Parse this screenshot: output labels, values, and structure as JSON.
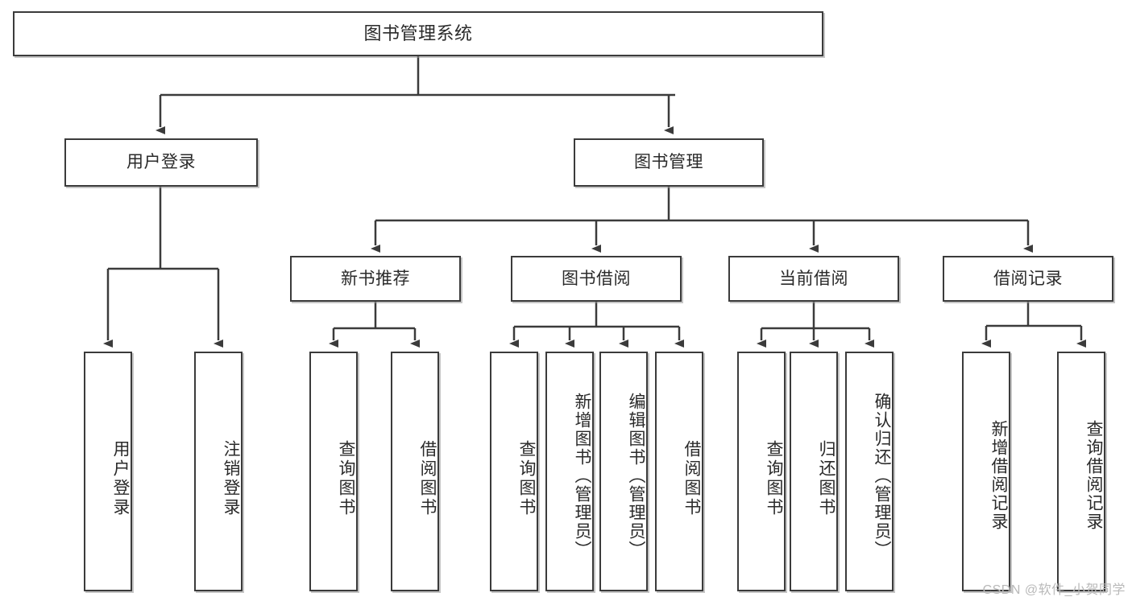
{
  "diagram": {
    "title": "图书管理系统",
    "type": "tree",
    "root": {
      "id": "root",
      "label": "图书管理系统"
    },
    "level1": [
      {
        "id": "user-login",
        "label": "用户登录"
      },
      {
        "id": "book-manage",
        "label": "图书管理"
      }
    ],
    "level2": [
      {
        "id": "new-book-rec",
        "label": "新书推荐",
        "parent": "book-manage"
      },
      {
        "id": "book-borrow",
        "label": "图书借阅",
        "parent": "book-manage"
      },
      {
        "id": "current-borrow",
        "label": "当前借阅",
        "parent": "book-manage"
      },
      {
        "id": "borrow-record",
        "label": "借阅记录",
        "parent": "book-manage"
      }
    ],
    "leaves": {
      "user_login": [
        {
          "id": "leaf-user-login",
          "label": "用户登录"
        },
        {
          "id": "leaf-user-logout",
          "label": "注销登录"
        }
      ],
      "new_book_rec": [
        {
          "id": "leaf-query-book-1",
          "label": "查询图书"
        },
        {
          "id": "leaf-borrow-book-1",
          "label": "借阅图书"
        }
      ],
      "book_borrow": [
        {
          "id": "leaf-query-book-2",
          "label": "查询图书"
        },
        {
          "id": "leaf-add-book",
          "label": "新增图书（管理员）"
        },
        {
          "id": "leaf-edit-book",
          "label": "编辑图书（管理员）"
        },
        {
          "id": "leaf-borrow-book-2",
          "label": "借阅图书"
        }
      ],
      "current_borrow": [
        {
          "id": "leaf-query-book-3",
          "label": "查询图书"
        },
        {
          "id": "leaf-return-book",
          "label": "归还图书"
        },
        {
          "id": "leaf-confirm-return",
          "label": "确认归还（管理员）"
        }
      ],
      "borrow_record": [
        {
          "id": "leaf-add-record",
          "label": "新增借阅记录"
        },
        {
          "id": "leaf-query-record",
          "label": "查询借阅记录"
        }
      ]
    }
  },
  "watermark": {
    "text": "CSDN @软件_小贺同学"
  },
  "colors": {
    "border": "#3b3b3b",
    "background": "#ffffff",
    "text": "#2a2a2a",
    "wire": "#3b3b3b",
    "watermark": "#b9b9b9"
  }
}
